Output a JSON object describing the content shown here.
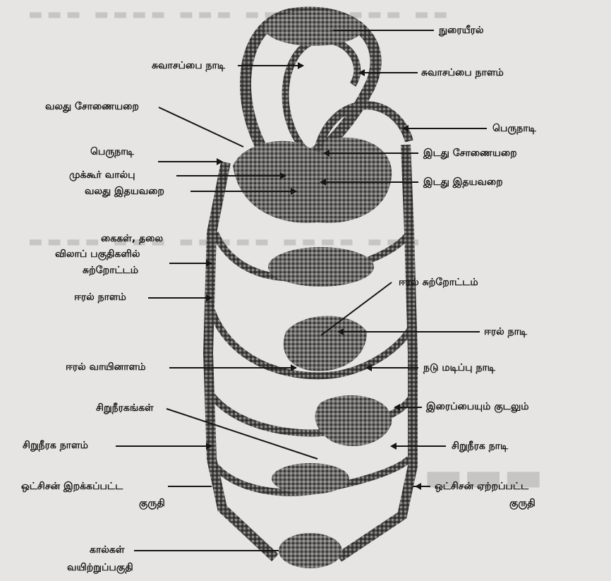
{
  "labels": {
    "lung": "நுரையீரல்",
    "pulmonary_artery": "சுவாசப்பை நாடி",
    "pulmonary_vein": "சுவாசப்பை நாளம்",
    "right_atrium": "வலது சோணையறை",
    "aorta_right": "பெருநாடி",
    "aorta_left": "பெருநாடி",
    "left_atrium": "இடது சோணையறை",
    "tricuspid_valve": "முக்கூர் வால்பு",
    "left_ventricle": "இடது இதயவறை",
    "right_ventricle": "வலது இதயவறை",
    "head_arms_1": "கைகள், தலை",
    "head_arms_2": "விலாப் பகுதிகளில்",
    "head_arms_3": "சுற்றோட்டம்",
    "liver_circulation": "ஈரல் சுற்றோட்டம்",
    "hepatic_vein": "ஈரல் நாளம்",
    "hepatic_artery": "ஈரல் நாடி",
    "hepatic_portal_vein": "ஈரல் வாயினாளம்",
    "mesenteric_artery": "நடு மடிப்பு நாடி",
    "kidneys": "சிறுநீரகங்கள்",
    "stomach_intestine": "இரைப்பையும் குடலும்",
    "renal_vein": "சிறுநீரக நாளம்",
    "renal_artery": "சிறுநீரக நாடி",
    "deoxygenated_1": "ஒட்சிசன் இறக்கப்பட்ட",
    "deoxygenated_2": "குருதி",
    "oxygenated_1": "ஒட்சிசன் ஏற்றப்பட்ட",
    "oxygenated_2": "குருதி",
    "legs": "கால்கள்",
    "abdomen": "வயிற்றுப்பகுதி"
  },
  "colors": {
    "ink": "#151515",
    "vessel": "#3a3a3a",
    "background": "#e6e5e3",
    "bleed_text": "#c6c5c3"
  }
}
